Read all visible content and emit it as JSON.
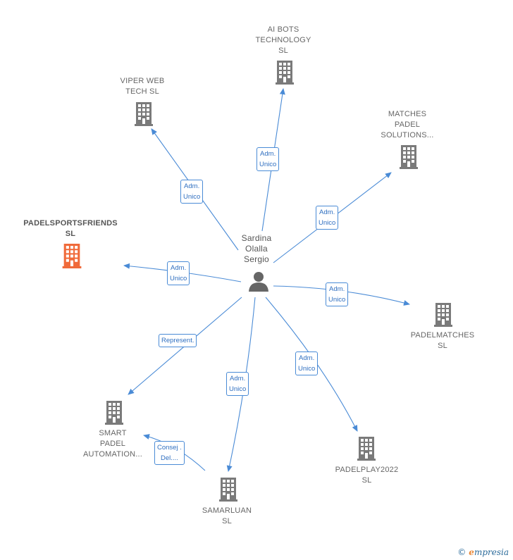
{
  "center": {
    "name": "Sardina\nOlalla\nSergio",
    "icon": "person-icon"
  },
  "companies": [
    {
      "id": "ai-bots",
      "name": "AI BOTS\nTECHNOLOGY\nSL",
      "highlight": false
    },
    {
      "id": "viper-web",
      "name": "VIPER WEB\nTECH  SL",
      "highlight": false
    },
    {
      "id": "matches-padel",
      "name": "MATCHES\nPADEL\nSOLUTIONS...",
      "highlight": false
    },
    {
      "id": "padelsportsfriends",
      "name": "PADELSPORTSFRIENDS\nSL",
      "highlight": true
    },
    {
      "id": "padelmatches",
      "name": "PADELMATCHES\nSL",
      "highlight": false
    },
    {
      "id": "smart-padel",
      "name": "SMART\nPADEL\nAUTOMATION...",
      "highlight": false
    },
    {
      "id": "padelplay2022",
      "name": "PADELPLAY2022\nSL",
      "highlight": false
    },
    {
      "id": "samarluan",
      "name": "SAMARLUAN\nSL",
      "highlight": false
    }
  ],
  "edges": [
    {
      "id": "e-ai-bots",
      "label": "Adm.\nUnico"
    },
    {
      "id": "e-viper",
      "label": "Adm.\nUnico"
    },
    {
      "id": "e-matches",
      "label": "Adm.\nUnico"
    },
    {
      "id": "e-padelsports",
      "label": "Adm.\nUnico"
    },
    {
      "id": "e-padelmatches",
      "label": "Adm.\nUnico"
    },
    {
      "id": "e-smart",
      "label": "Represent."
    },
    {
      "id": "e-samarluan",
      "label": "Adm.\nUnico"
    },
    {
      "id": "e-padelplay",
      "label": "Adm.\nUnico"
    },
    {
      "id": "e-samarluan-smart",
      "label": "Consej .\nDel...."
    }
  ],
  "colors": {
    "edge": "#4a8bd6",
    "building": "#7a7a7a",
    "building_highlight": "#f06a3a",
    "person": "#666666"
  },
  "watermark": {
    "copyright": "©",
    "brand_initial": "e",
    "brand_rest": "mpresia"
  }
}
